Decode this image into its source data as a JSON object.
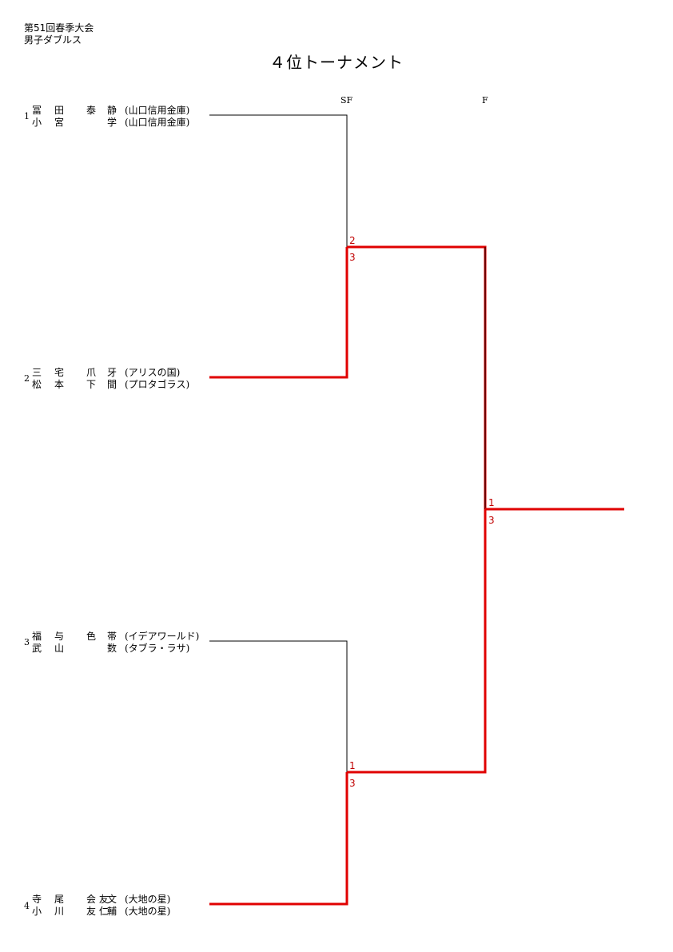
{
  "header": {
    "event": "第51回春季大会",
    "category": "男子ダブルス",
    "title": "４位トーナメント"
  },
  "rounds": {
    "sf": "SF",
    "f": "F"
  },
  "entries": [
    {
      "seed": "1",
      "players": [
        {
          "c1": "冨",
          "c2": "田",
          "c3": "泰",
          "c4": "静",
          "club": "(山口信用金庫)"
        },
        {
          "c1": "小",
          "c2": "宮",
          "c3": "",
          "c4": "学",
          "club": "(山口信用金庫)"
        }
      ]
    },
    {
      "seed": "2",
      "players": [
        {
          "c1": "三",
          "c2": "宅",
          "c3": "爪",
          "c4": "牙",
          "club": "(アリスの国)"
        },
        {
          "c1": "松",
          "c2": "本",
          "c3": "下",
          "c4": "間",
          "club": "(プロタゴラス)"
        }
      ]
    },
    {
      "seed": "3",
      "players": [
        {
          "c1": "福",
          "c2": "与",
          "c3": "色",
          "c4": "帯",
          "club": "(イデアワールド)"
        },
        {
          "c1": "武",
          "c2": "山",
          "c3": "",
          "c4": "数",
          "club": "(タブラ・ラサ)"
        }
      ]
    },
    {
      "seed": "4",
      "players": [
        {
          "c1": "寺",
          "c2": "尾",
          "c3": "会 友",
          "c4": "文",
          "club": "(大地の星)"
        },
        {
          "c1": "小",
          "c2": "川",
          "c3": "友 仁",
          "c4": "輔",
          "club": "(大地の星)"
        }
      ]
    }
  ],
  "matches": {
    "sf1": {
      "top_score": "2",
      "bottom_score": "3"
    },
    "sf2": {
      "top_score": "1",
      "bottom_score": "3"
    },
    "final": {
      "top_score": "1",
      "bottom_score": "3"
    }
  },
  "colors": {
    "winner_line": "#e00000",
    "loser_line": "#000000",
    "score_text": "#c00000"
  }
}
